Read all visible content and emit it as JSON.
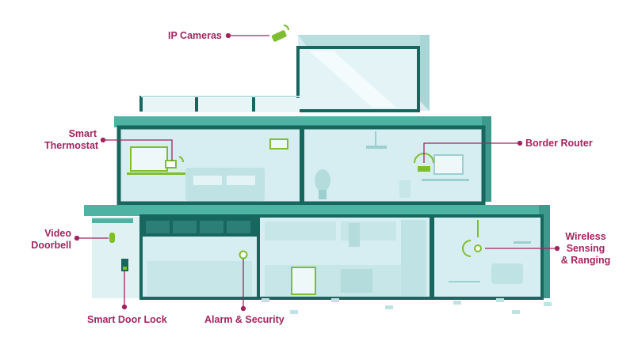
{
  "colors": {
    "label": "#a3235f",
    "wall": "#17675f",
    "roof": "#4fb3a3",
    "glass": "#cfeaf0",
    "device": "#7fbe2f"
  },
  "labels": {
    "ip_cameras": "IP Cameras",
    "smart_thermostat": "Smart\nThermostat",
    "border_router": "Border Router",
    "video_doorbell": "Video\nDoorbell",
    "wireless_sensing": "Wireless\nSensing\n& Ranging",
    "smart_door_lock": "Smart Door Lock",
    "alarm_security": "Alarm & Security"
  },
  "icons": [
    "camera-icon",
    "thermostat-icon",
    "router-icon",
    "doorbell-icon",
    "door-lock-icon",
    "alarm-sensor-icon",
    "wireless-sensor-icon"
  ]
}
